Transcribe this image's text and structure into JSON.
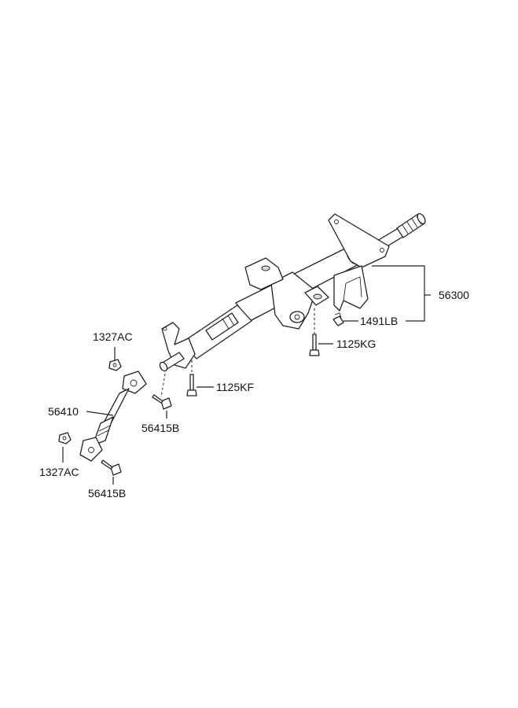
{
  "labels": {
    "p56300": "56300",
    "p1491LB": "1491LB",
    "p1125KG": "1125KG",
    "p1125KF": "1125KF",
    "p1327AC_top": "1327AC",
    "p56410": "56410",
    "p56415B_top": "56415B",
    "p1327AC_bottom": "1327AC",
    "p56415B_bottom": "56415B"
  }
}
